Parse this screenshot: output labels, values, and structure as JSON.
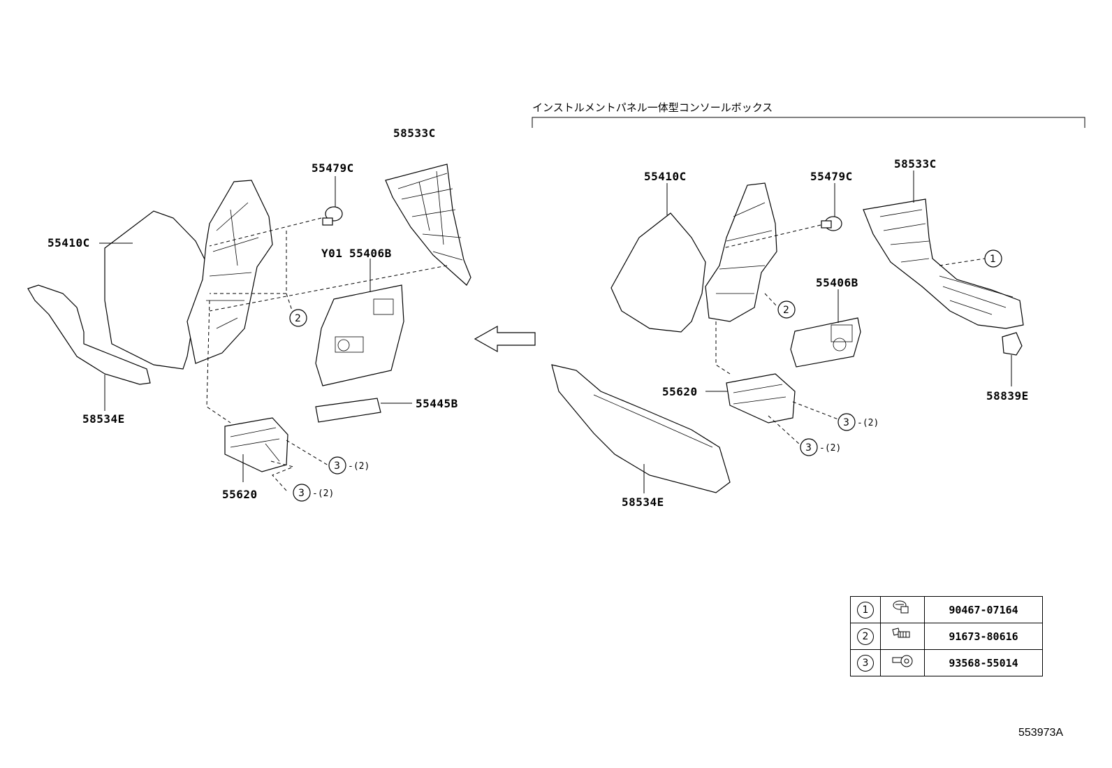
{
  "header_note": "インストルメントパネル一体型コンソールボックス",
  "left_labels": {
    "p58533C": "58533C",
    "p55479C": "55479C",
    "p55410C": "55410C",
    "pY01": "Y01",
    "p55406B": "55406B",
    "p55445B": "55445B",
    "p58534E": "58534E",
    "p55620": "55620"
  },
  "right_labels": {
    "p55410C": "55410C",
    "p55479C": "55479C",
    "p58533C": "58533C",
    "p55406B": "55406B",
    "p55620": "55620",
    "p58839E": "58839E",
    "p58534E": "58534E"
  },
  "callouts": {
    "c1": "1",
    "c2": "2",
    "c3": "3",
    "qty2": "-(2)"
  },
  "legend": [
    {
      "ref": "1",
      "icon": "clip-icon",
      "part": "90467-07164"
    },
    {
      "ref": "2",
      "icon": "screw-icon",
      "part": "91673-80616"
    },
    {
      "ref": "3",
      "icon": "screw-washer-icon",
      "part": "93568-55014"
    }
  ],
  "diagram_id": "553973A"
}
